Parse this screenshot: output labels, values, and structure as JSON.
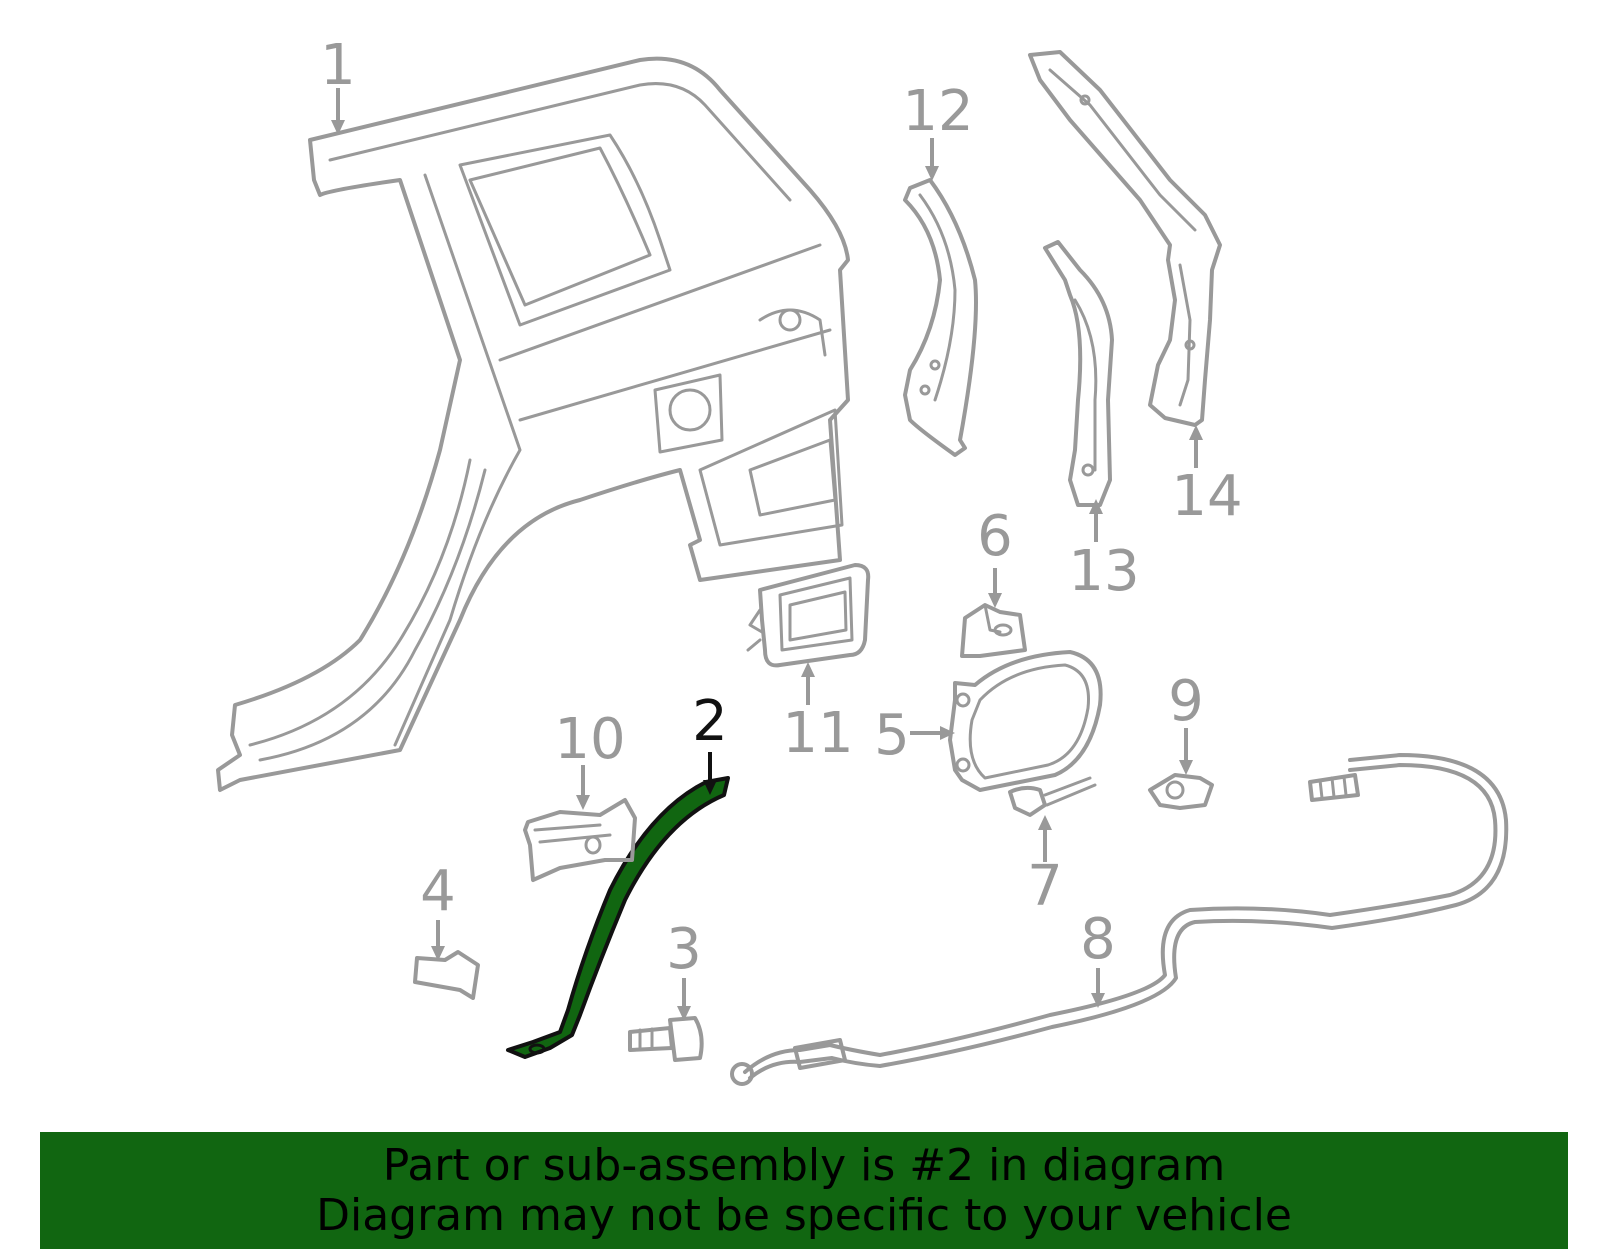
{
  "callouts": {
    "c1": "1",
    "c2": "2",
    "c3": "3",
    "c4": "4",
    "c5": "5",
    "c6": "6",
    "c7": "7",
    "c8": "8",
    "c9": "9",
    "c10": "10",
    "c11": "11",
    "c12": "12",
    "c13": "13",
    "c14": "14"
  },
  "highlighted_part": "2",
  "colors": {
    "line_art": "#999999",
    "highlight_fill": "#116611",
    "highlight_outline": "#111111",
    "banner_background": "#116611"
  },
  "banner": {
    "line1": "Part or sub-assembly is #2 in diagram",
    "line2": "Diagram may not be specific to your vehicle"
  }
}
